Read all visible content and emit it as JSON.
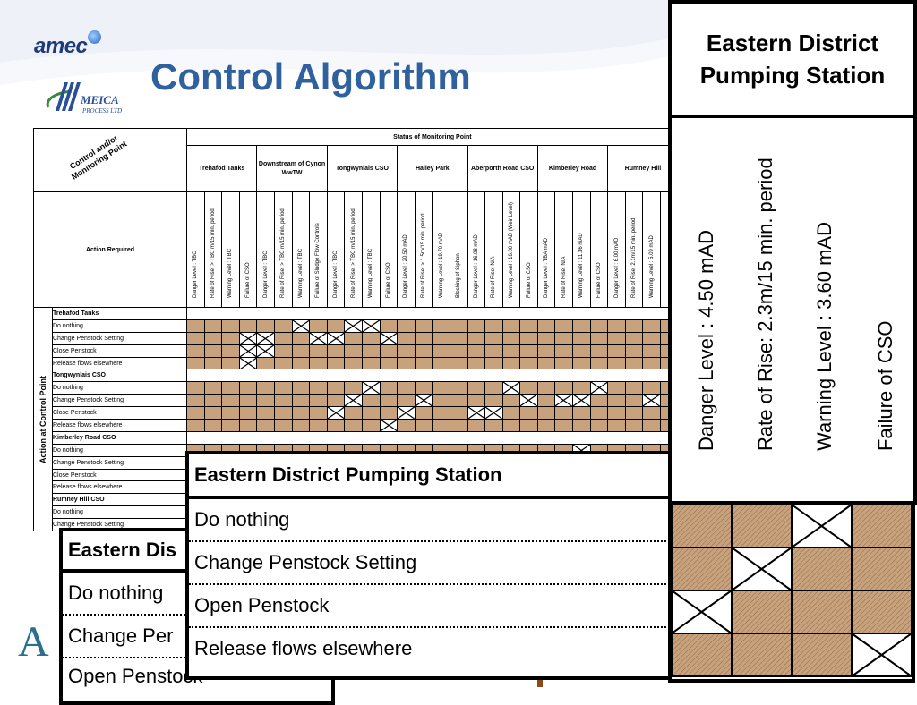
{
  "header": {
    "amec_logo": "amec",
    "meica_logo": "MEICA",
    "meica_sub": "PROCESS LTD",
    "title": "Control Algorithm"
  },
  "matrix": {
    "corner_label": "Control and/or Monitoring Point",
    "status_header": "Status of Monitoring Point",
    "action_required": "Action Required",
    "side_label": "Action at Control Point",
    "sites": [
      {
        "name": "Trehafod Tanks",
        "cols": [
          "Danger Level : TBC",
          "Rate of Rise: > TBC m/15 min. period",
          "Warning Level : TBC",
          "Failure of CSO"
        ]
      },
      {
        "name": "Downstream of Cynon WwTW",
        "cols": [
          "Danger Level : TBC",
          "Rate of Rise: > TBC m/15 min. period",
          "Warning Level : TBC",
          "Failure of Sludge Flow Controls"
        ]
      },
      {
        "name": "Tongwynlais CSO",
        "cols": [
          "Danger Level : TBC",
          "Rate of Rise: > TBC m/15 min. period",
          "Warning Level : TBC",
          "Failure of CSO"
        ]
      },
      {
        "name": "Hailey Park",
        "cols": [
          "Danger Level : 20.50 mAD",
          "Rate of Rise: > 1.5m/15 min. period",
          "Warning Level : 19.70 mAD",
          "Blocking of Siphon"
        ]
      },
      {
        "name": "Aberporth Road CSO",
        "cols": [
          "Danger Level : 16.08 mAD",
          "Rate of Rise: N/A",
          "Warning Level : 16.00 mAD (Weir Level)",
          "Failure of CSO"
        ]
      },
      {
        "name": "Kimberley Road",
        "cols": [
          "Danger Level : TBA mAD",
          "Rate of Rise: N/A",
          "Warning Level : 11.36 mAD",
          "Failure of CSO"
        ]
      },
      {
        "name": "Rumney Hill",
        "cols": [
          "Danger Level : 6.00 mAD",
          "Rate of Rise: 2.1m/15 min. period",
          "Warning Level : 5.09 mAD",
          ""
        ]
      }
    ],
    "groups": [
      {
        "title": "Trehafod Tanks",
        "rows": [
          "Do nothing",
          "Change Penstock Setting",
          "Close Penstock",
          "Release flows elsewhere"
        ]
      },
      {
        "title": "Tongwynlais CSO",
        "rows": [
          "Do nothing",
          "Change Penstock Setting",
          "Close Penstock",
          "Release flows elsewhere"
        ]
      },
      {
        "title": "Kimberley Road CSO",
        "rows": [
          "Do nothing",
          "Change Penstock Setting",
          "Close Penstock",
          "Release flows elsewhere"
        ]
      },
      {
        "title": "Rumney Hill CSO",
        "rows": [
          "Do nothing",
          "Change Penstock Setting"
        ]
      }
    ]
  },
  "right_panel": {
    "title": "Eastern District Pumping Station",
    "cols": [
      "Danger Level : 4.50 mAD",
      "Rate of Rise: 2.3m/15 min. period",
      "Warning Level : 3.60 mAD",
      "Failure of CSO"
    ]
  },
  "overlay_main": {
    "title": "Eastern District Pumping Station",
    "rows": [
      "Do nothing",
      "Change Penstock Setting",
      "Open Penstock",
      "Release flows elsewhere"
    ]
  },
  "overlay_back": {
    "title": "Eastern Dis",
    "rows": [
      "Do nothing",
      "Change Per",
      "Open Penstock"
    ]
  },
  "colors": {
    "accent": "#30619f",
    "cell": "#c8a27d"
  }
}
